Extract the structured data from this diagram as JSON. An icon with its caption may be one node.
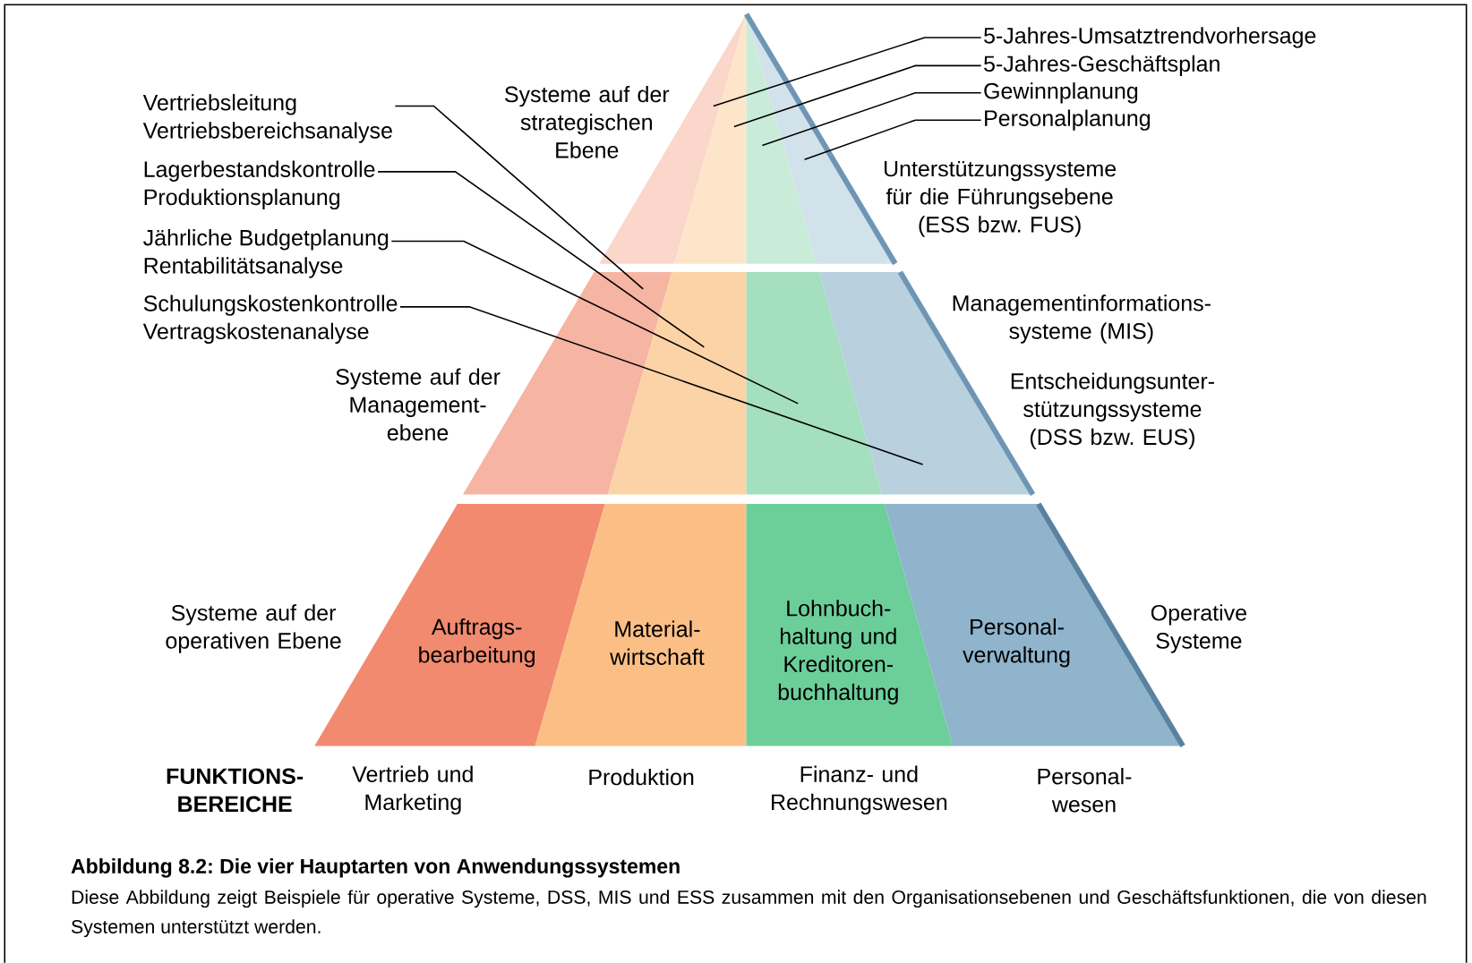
{
  "diagram": {
    "title": "Abbildung 8.2: Die vier Hauptarten von Anwendungssystemen",
    "caption": "Diese Abbildung zeigt Beispiele für operative Systeme, DSS, MIS und ESS zusammen mit den Organisationsebenen und Geschäftsfunktionen, die von diesen Systemen unterstützt werden.",
    "nodes": [
      {
        "text": [
          "5-Jahres-Umsatztrendvorhersage"
        ]
      },
      {
        "text": [
          "5-Jahres-Geschäftsplan"
        ]
      },
      {
        "text": [
          "Gewinnplanung"
        ]
      },
      {
        "text": [
          "Personalplanung"
        ]
      },
      {
        "text": [
          "Vertriebsleitung",
          "Vertriebsbereichsanalyse"
        ]
      },
      {
        "text": [
          "Lagerbestandskontrolle",
          "Produktionsplanung"
        ]
      },
      {
        "text": [
          "Jährliche Budgetplanung",
          "Rentabilitätsanalyse"
        ]
      },
      {
        "text": [
          "Schulungskostenkontrolle",
          "Vertragskostenanalyse"
        ]
      },
      {
        "text": [
          "Auftrags- bearbeitung"
        ]
      },
      {
        "text": [
          "Material- wirtschaft"
        ]
      },
      {
        "text": [
          "Lohnbuch- haltung und Kreditoren- buchhaltung"
        ]
      },
      {
        "text": [
          "Personal- verwaltung"
        ]
      }
    ],
    "edges": [
      {
        "from": 0,
        "to": null,
        "arrow": "none"
      },
      {
        "from": 1,
        "to": null,
        "arrow": "none"
      },
      {
        "from": 2,
        "to": null,
        "arrow": "none"
      },
      {
        "from": 3,
        "to": null,
        "arrow": "none"
      },
      {
        "from": 4,
        "to": null,
        "arrow": "none"
      },
      {
        "from": 5,
        "to": null,
        "arrow": "none"
      },
      {
        "from": 6,
        "to": null,
        "arrow": "none"
      },
      {
        "from": 7,
        "to": null,
        "arrow": "none"
      }
    ],
    "labels": [
      "Systeme auf der strategischen Ebene",
      "Unterstützungssysteme für die Führungsebene (ESS bzw. FUS)",
      "Managementinformations- systeme (MIS)",
      "Systeme auf der Management- ebene",
      "Entscheidungsunter- stützungssysteme (DSS bzw. EUS)",
      "Systeme auf der operativen Ebene",
      "Operative Systeme",
      "FUNKTIONS- BEREICHE",
      "Vertrieb und Marketing",
      "Produktion",
      "Finanz- und Rechnungswesen",
      "Personal- wesen"
    ]
  }
}
